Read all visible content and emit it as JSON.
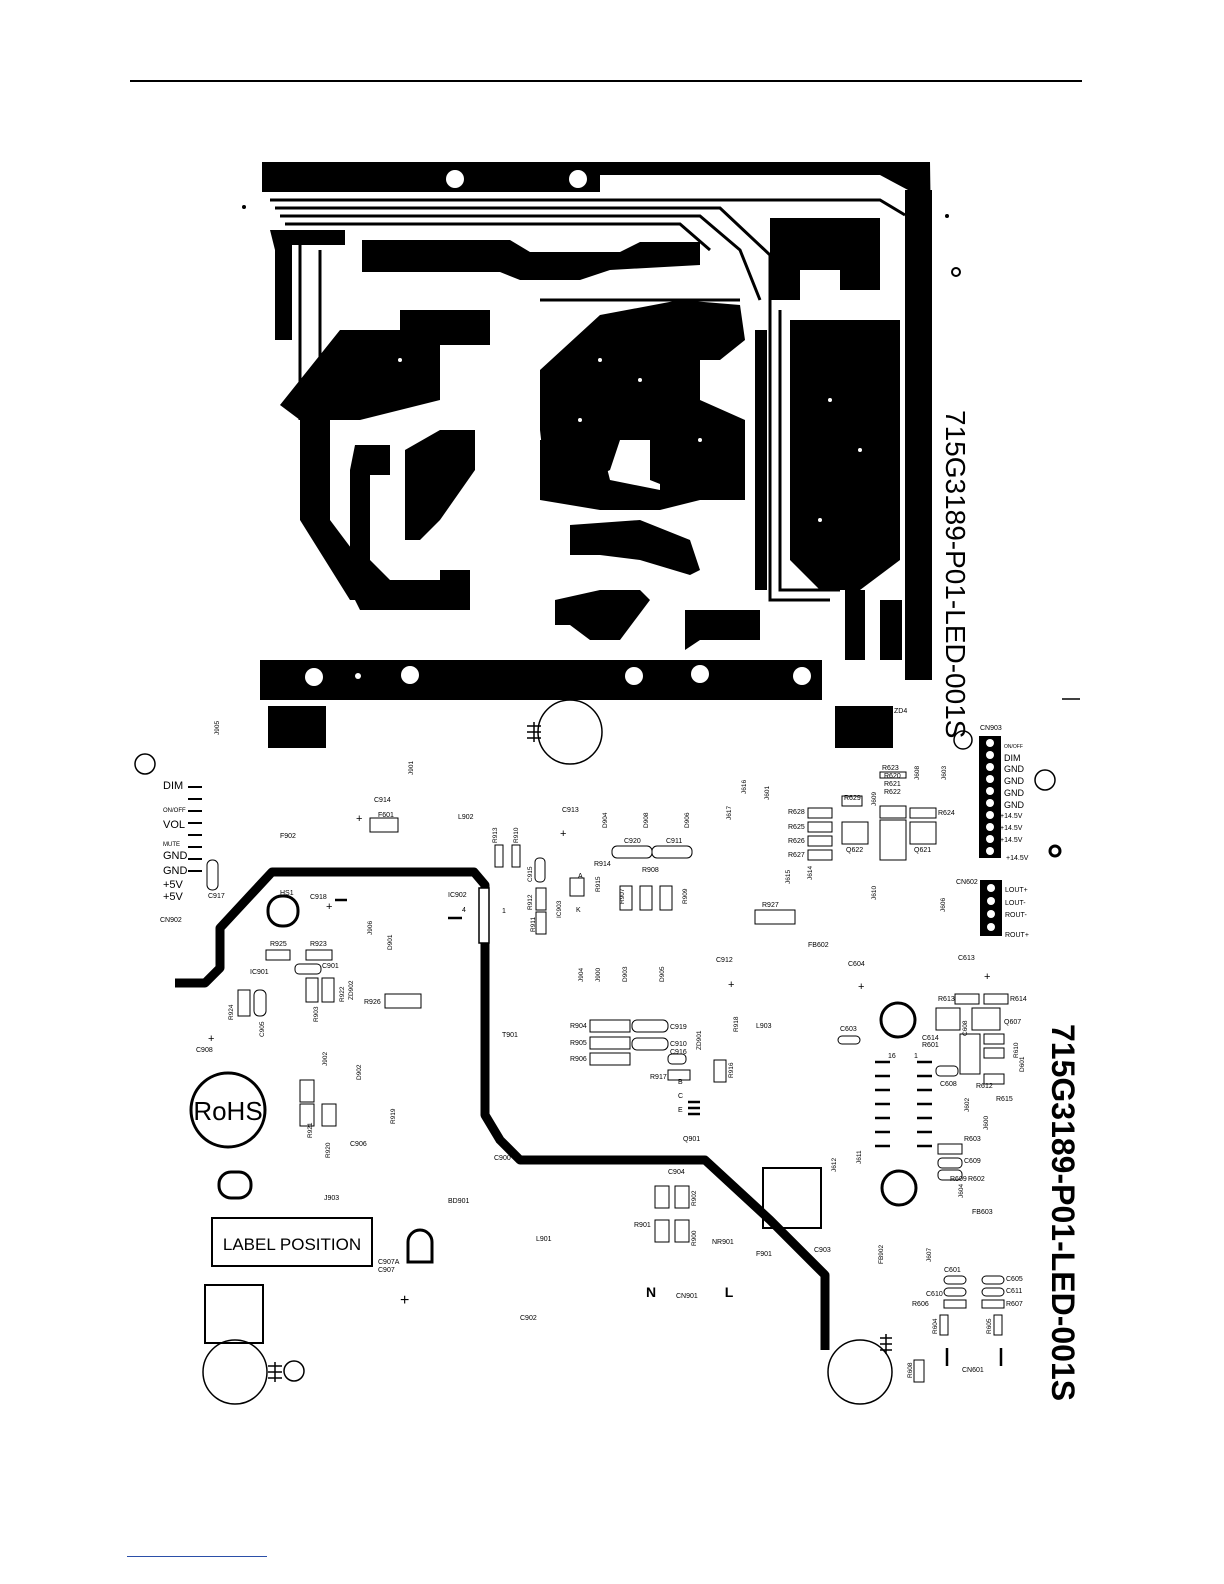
{
  "board": {
    "part_number_top": "715G3189-P01-LED-001S",
    "part_number_bottom": "715G3189-P01-LED-001S",
    "rohs": "RoHS",
    "label_position": "LABEL POSITION",
    "live": "L",
    "neutral": "N"
  },
  "connector_cn902": {
    "name": "CN902",
    "pins": [
      "DIM",
      "ON/OFF",
      "VOL",
      "MUTE",
      "GND",
      "GND",
      "+5V",
      "+5V"
    ]
  },
  "connector_cn903": {
    "name": "CN903",
    "pins": [
      "ON/OFF",
      "DIM",
      "GND",
      "GND",
      "GND",
      "GND",
      "+14.5V",
      "+14.5V",
      "+14.5V",
      "+14.5V"
    ]
  },
  "connector_cn602": {
    "name": "CN602",
    "pins": [
      "LOUT+",
      "LOUT-",
      "ROUT-",
      "ROUT+"
    ]
  },
  "components": {
    "J905": "J905",
    "J901": "J901",
    "F902": "F902",
    "C914": "C914",
    "F601": "F601",
    "L902": "L902",
    "C913": "C913",
    "D904": "D904",
    "D908": "D908",
    "D906": "D906",
    "J617": "J617",
    "J616": "J616",
    "J601": "J601",
    "R623": "R623",
    "R620": "R620",
    "R621": "R621",
    "R622": "R622",
    "J608": "J608",
    "J603": "J603",
    "R628": "R628",
    "R629": "R629",
    "R625": "R625",
    "R626": "R626",
    "R627": "R627",
    "J609": "J609",
    "R624": "R624",
    "Q622": "Q622",
    "Q621": "Q621",
    "R913": "R913",
    "R910": "R910",
    "C920": "C920",
    "C911": "C911",
    "C915": "C915",
    "R914": "R914",
    "R915": "R915",
    "R907": "R907",
    "R908": "R908",
    "R909": "R909",
    "J615": "J615",
    "J614": "J614",
    "J610": "J610",
    "J606": "J606",
    "C917": "C917",
    "HS1": "HS1",
    "C918": "C918",
    "IC902": "IC902",
    "R912": "R912",
    "R911": "R911",
    "IC903": "IC903",
    "R927": "R927",
    "FB602": "FB602",
    "R925": "R925",
    "R923": "R923",
    "C901": "C901",
    "J906": "J906",
    "D901": "D901",
    "IC901": "IC901",
    "ZD902": "ZD902",
    "R922": "R922",
    "R903": "R903",
    "R926": "R926",
    "R924": "R924",
    "C905": "C905",
    "C908": "C908",
    "J904": "J904",
    "J900": "J900",
    "D903": "D903",
    "D905": "D905",
    "C912": "C912",
    "C604": "C604",
    "C613": "C613",
    "R613": "R613",
    "R614": "R614",
    "C608": "C608",
    "Q607": "Q607",
    "C614": "C614",
    "R601": "R601",
    "R610": "R610",
    "D601": "D601",
    "R612": "R612",
    "R615": "R615",
    "R904": "R904",
    "R905": "R905",
    "R906": "R906",
    "C919": "C919",
    "C910": "C910",
    "C916": "C916",
    "ZD901": "ZD901",
    "R918": "R918",
    "L903": "L903",
    "C603": "C603",
    "T901": "T901",
    "R917": "R917",
    "R916": "R916",
    "J902": "J902",
    "D902": "D902",
    "R919": "R919",
    "R921": "R921",
    "R920": "R920",
    "C906": "C906",
    "Q901": "Q901",
    "J602": "J602",
    "J600": "J600",
    "R603": "R603",
    "C609": "C609",
    "R602": "R602",
    "R609": "R609",
    "J612": "J612",
    "J611": "J611",
    "J604": "J604",
    "FB603": "FB603",
    "C900": "C900",
    "C904": "C904",
    "J903": "J903",
    "BD901": "BD901",
    "R901": "R901",
    "R902": "R902",
    "R900": "R900",
    "NR901": "NR901",
    "L901": "L901",
    "F901": "F901",
    "C903": "C903",
    "FB902": "FB902",
    "J607": "J607",
    "C907A": "C907A",
    "C907": "C907",
    "CN901": "CN901",
    "C601": "C601",
    "C605": "C605",
    "C610": "C610",
    "C611": "C611",
    "R606": "R606",
    "R607": "R607",
    "C902": "C902",
    "R604": "R604",
    "R605": "R605",
    "R608": "R608",
    "CN601": "CN601",
    "ZD4": "ZD4"
  },
  "pin_markers": {
    "m16": "16",
    "m1a": "1",
    "m1b": "1",
    "m4": "4",
    "mE": "E",
    "mC": "C",
    "mB": "B",
    "mK": "K",
    "mA": "A"
  }
}
